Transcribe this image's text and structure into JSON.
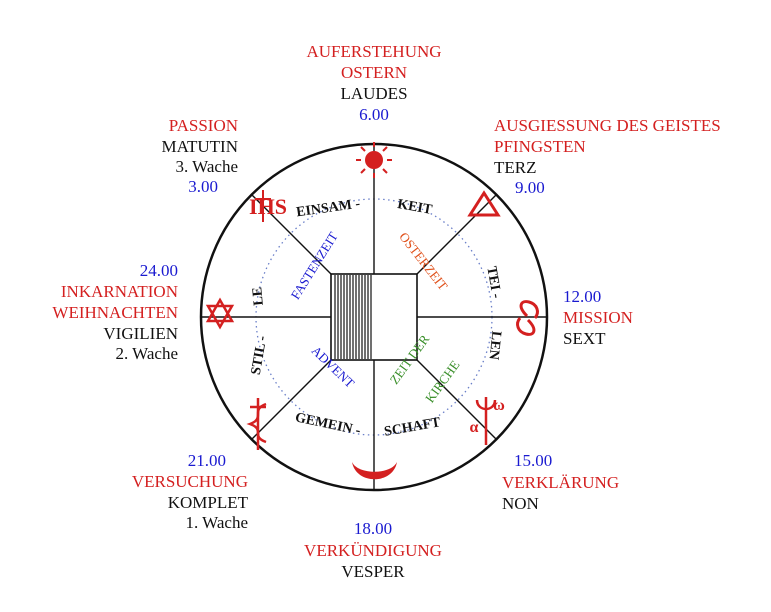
{
  "colors": {
    "red": "#d42020",
    "black": "#111111",
    "blue": "#1a1ad0",
    "green": "#3a8f2a",
    "orange": "#e0501a",
    "dotted_circle": "#6a7fc8"
  },
  "top": {
    "line1": "AUFERSTEHUNG",
    "line2": "OSTERN",
    "line3": "LAUDES",
    "time": "6.00"
  },
  "top_left": {
    "line1": "PASSION",
    "line2": "MATUTIN",
    "line3": "3. Wache",
    "time": "3.00"
  },
  "top_right": {
    "line1": "AUSGIESSUNG DES GEISTES",
    "line2": "PFINGSTEN",
    "line3": "TERZ",
    "time": "9.00"
  },
  "left": {
    "time": "24.00",
    "line1": "INKARNATION",
    "line2": "WEIHNACHTEN",
    "line3": "VIGILIEN",
    "line4": "2. Wache"
  },
  "right": {
    "time": "12.00",
    "line1": "MISSION",
    "line2": "SEXT"
  },
  "bottom_left": {
    "time": "21.00",
    "line1": "VERSUCHUNG",
    "line2": "KOMPLET",
    "line3": "1. Wache"
  },
  "bottom_right": {
    "time": "15.00",
    "line1": "VERKLÄRUNG",
    "line2": "NON"
  },
  "bottom": {
    "time": "18.00",
    "line1": "VERKÜNDIGUNG",
    "line2": "VESPER"
  },
  "ring_words": {
    "top_a": "EINSAM -",
    "top_b": "KEIT",
    "right_a": "TEI -",
    "right_b": "LEN",
    "bottom_a": "GEMEIN -",
    "bottom_b": "SCHAFT",
    "left_a": "STIL -",
    "left_b": "LE"
  },
  "seasons": {
    "fastenzeit": "FASTENZEIT",
    "osterzeit": "OSTERZEIT",
    "advent": "ADVENT",
    "zeit_der": "ZEIT DER",
    "kirche": "KIRCHE"
  },
  "symbols": {
    "top": "sun-icon",
    "top_left": "ihs-monogram-icon",
    "top_right": "triangle-icon",
    "left": "star-of-david-icon",
    "right": "spiral-icon",
    "bottom_left": "serpent-staff-icon",
    "bottom_right": "alpha-omega-icon",
    "bottom": "crescent-icon",
    "ihs_text": "IHS",
    "alpha": "α",
    "omega": "ω"
  }
}
